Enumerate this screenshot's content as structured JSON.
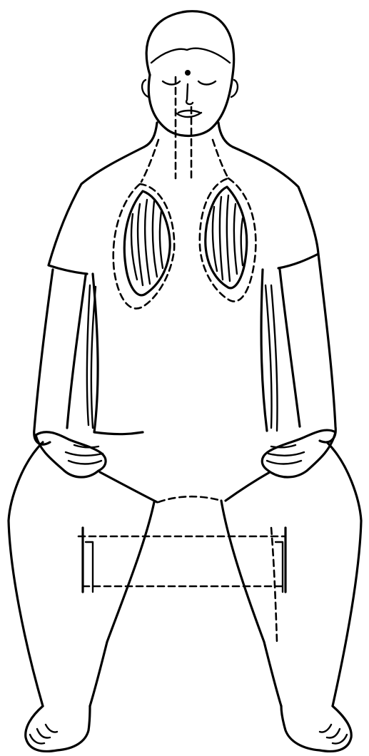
{
  "colors": {
    "ink": "#000000",
    "background": "#ffffff"
  },
  "figure": {
    "subject": "seated-meditation-breathing",
    "parts": [
      "head",
      "closed-eyes",
      "neck",
      "torso",
      "left-lung",
      "right-lung",
      "airway",
      "left-arm",
      "right-arm",
      "left-hand",
      "right-hand",
      "legs",
      "chair",
      "left-foot",
      "right-foot"
    ]
  }
}
